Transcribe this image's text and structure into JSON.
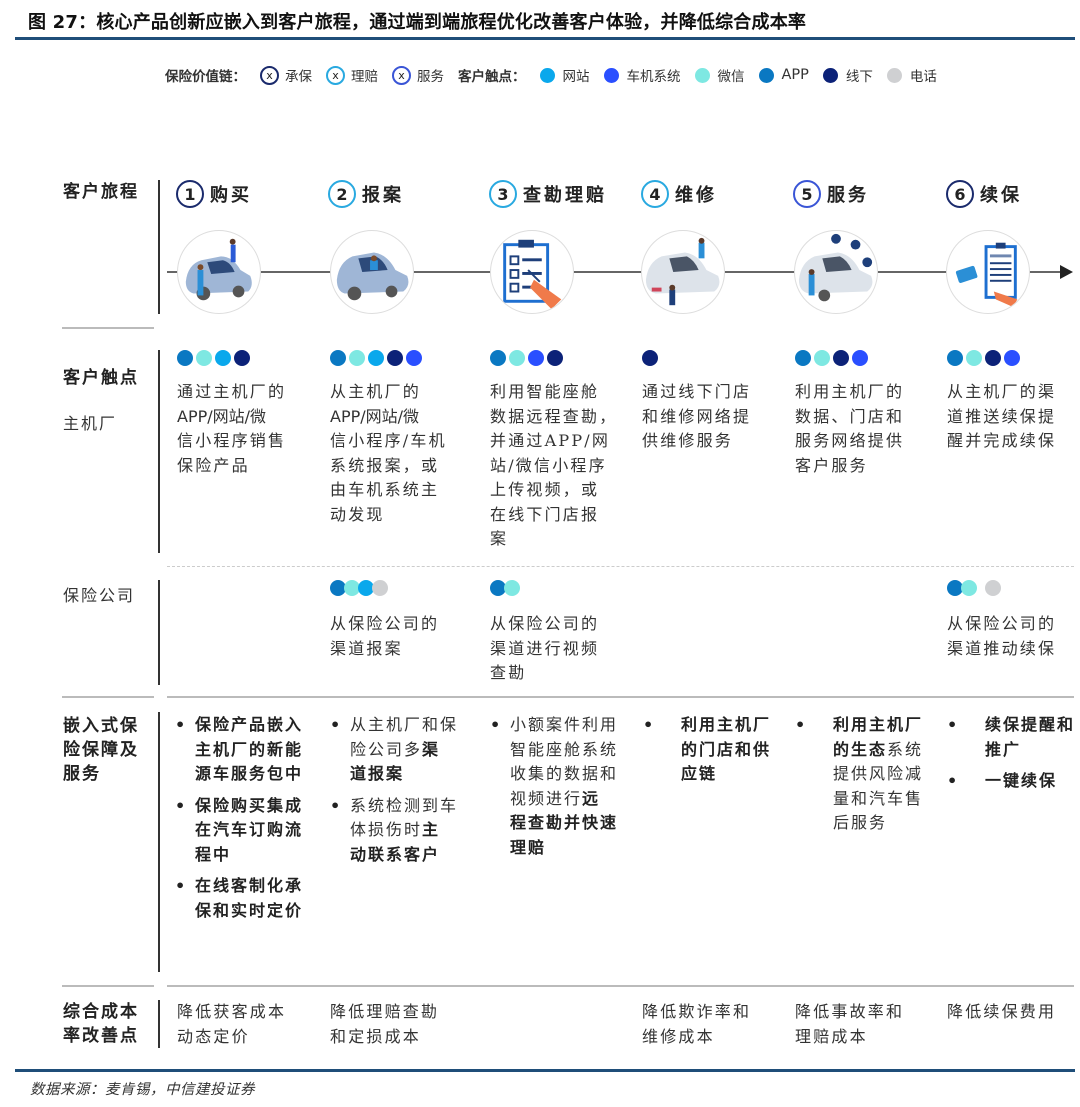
{
  "title": "图 27：核心产品创新应嵌入到客户旅程，通过端到端旅程优化改善客户体验，并降低综合成本率",
  "legend": {
    "value_chain_label": "保险价值链：",
    "value_chain": [
      {
        "mark": "x",
        "label": "承保",
        "color": "#1a2a6c"
      },
      {
        "mark": "x",
        "label": "理赔",
        "color": "#29a9e0"
      },
      {
        "mark": "x",
        "label": "服务",
        "color": "#3a55d6"
      }
    ],
    "touchpoint_label": "客户触点：",
    "touchpoints": [
      {
        "key": "web",
        "label": "网站",
        "color": "#0aa8ec"
      },
      {
        "key": "car",
        "label": "车机系统",
        "color": "#2a4fff"
      },
      {
        "key": "wechat",
        "label": "微信",
        "color": "#7ee8e2"
      },
      {
        "key": "app",
        "label": "APP",
        "color": "#0a78c2"
      },
      {
        "key": "offline",
        "label": "线下",
        "color": "#0c2278"
      },
      {
        "key": "phone",
        "label": "电话",
        "color": "#cfd0d2"
      }
    ]
  },
  "rows": {
    "journey": "客户旅程",
    "touchpoints": "客户触点",
    "oem": "主机厂",
    "insurer": "保险公司",
    "embedded": "嵌入式保险保障及服务",
    "embedded_lines": [
      "嵌入式保",
      "险保障及",
      "服务"
    ],
    "cost_lines": [
      "综合成本",
      "率改善点"
    ]
  },
  "steps": [
    {
      "num": "1",
      "label": "购买",
      "ring": "#1a2a6c",
      "icon": "car-buyer-icon"
    },
    {
      "num": "2",
      "label": "报案",
      "ring": "#29a9e0",
      "icon": "car-report-icon"
    },
    {
      "num": "3",
      "label": "查勘理赔",
      "ring": "#29a9e0",
      "icon": "clipboard-checklist-icon"
    },
    {
      "num": "4",
      "label": "维修",
      "ring": "#29a9e0",
      "icon": "car-repair-icon"
    },
    {
      "num": "5",
      "label": "服务",
      "ring": "#3a55d6",
      "icon": "car-service-icon"
    },
    {
      "num": "6",
      "label": "续保",
      "ring": "#1a2a6c",
      "icon": "invoice-renewal-icon"
    }
  ],
  "oem": [
    {
      "dots": [
        "app",
        "wechat",
        "web",
        "offline"
      ],
      "lines": [
        "通过主机厂的",
        "APP/网站/微",
        "信小程序销售",
        "保险产品"
      ]
    },
    {
      "dots": [
        "app",
        "wechat",
        "web",
        "offline",
        "car"
      ],
      "lines": [
        "从主机厂的",
        "APP/网站/微",
        "信小程序/车机",
        "系统报案，或",
        "由车机系统主",
        "动发现"
      ]
    },
    {
      "dots": [
        "app",
        "wechat",
        "car",
        "offline"
      ],
      "lines": [
        "利用智能座舱",
        "数据远程查勘，",
        "并通过APP/网",
        "站/微信小程序",
        "上传视频，或",
        "在线下门店报",
        "案"
      ]
    },
    {
      "dots": [
        "offline"
      ],
      "lines": [
        "通过线下门店",
        "和维修网络提",
        "供维修服务"
      ]
    },
    {
      "dots": [
        "app",
        "wechat",
        "offline",
        "car"
      ],
      "lines": [
        "利用主机厂的",
        "数据、门店和",
        "服务网络提供",
        "客户服务"
      ]
    },
    {
      "dots": [
        "app",
        "wechat",
        "offline",
        "car"
      ],
      "lines": [
        "从主机厂的渠",
        "道推送续保提",
        "醒并完成续保"
      ]
    }
  ],
  "insurer": [
    {
      "dots": [],
      "lines": []
    },
    {
      "dots": [
        "app",
        "wechat",
        "web",
        "phone"
      ],
      "lines": [
        "从保险公司的",
        "渠道报案"
      ]
    },
    {
      "dots": [
        "app",
        "wechat"
      ],
      "lines": [
        "从保险公司的",
        "渠道进行视频",
        "查勘"
      ]
    },
    {
      "dots": [],
      "lines": []
    },
    {
      "dots": [],
      "lines": []
    },
    {
      "dots": [
        "app",
        "wechat",
        "phone"
      ],
      "lines": [
        "从保险公司的",
        "渠道推动续保"
      ]
    }
  ],
  "embedded": [
    {
      "bullets": [
        {
          "normal": "",
          "bold": "保险产品嵌入主机厂的新能源车服务包中"
        },
        {
          "normal": "",
          "bold": "保险购买集成在汽车订购流程中"
        },
        {
          "normal": "",
          "bold": "在线客制化承保和实时定价"
        }
      ]
    },
    {
      "bullets": [
        {
          "normal": "从主机厂和保险公司多",
          "bold": "渠道报案"
        },
        {
          "normal": "系统检测到车体损伤时",
          "bold": "主动联系客户"
        }
      ]
    },
    {
      "bullets": [
        {
          "normal": "小额案件利用智能座舱系统收集的数据和视频进行",
          "bold": "远程查勘并快速理赔"
        }
      ]
    },
    {
      "bullets": [
        {
          "normal": "",
          "bold": "利用主机厂的门店和供应链"
        }
      ]
    },
    {
      "bullets": [
        {
          "normal": "",
          "bold": "利用主机厂的生态",
          "tail": "系统提供风险减量和汽车售后服务"
        }
      ]
    },
    {
      "bullets": [
        {
          "normal": "",
          "bold": "续保提醒和推广"
        },
        {
          "normal": "",
          "bold": "一键续保"
        }
      ]
    }
  ],
  "cost": [
    {
      "lines": [
        "降低获客成本",
        "动态定价"
      ]
    },
    {
      "lines": [
        "降低理赔查勘",
        "和定损成本"
      ]
    },
    {
      "lines": []
    },
    {
      "lines": [
        "降低欺诈率和",
        "维修成本"
      ]
    },
    {
      "lines": [
        "降低事故率和",
        "理赔成本"
      ]
    },
    {
      "lines": [
        "降低续保费用"
      ]
    }
  ],
  "source": "数据来源：麦肯锡，中信建投证券"
}
